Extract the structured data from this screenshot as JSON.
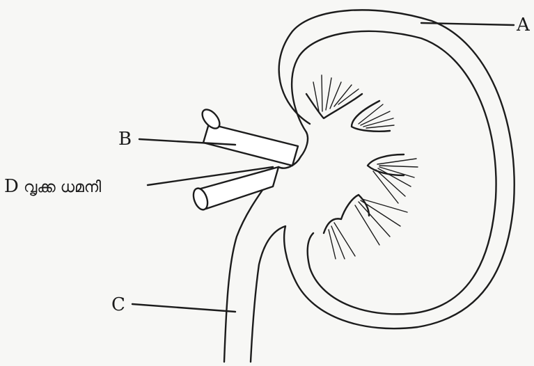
{
  "labels": {
    "a": "A",
    "b": "B",
    "c": "C",
    "d_letter": "D",
    "d_text": "വൃക്ക ധമനി"
  }
}
